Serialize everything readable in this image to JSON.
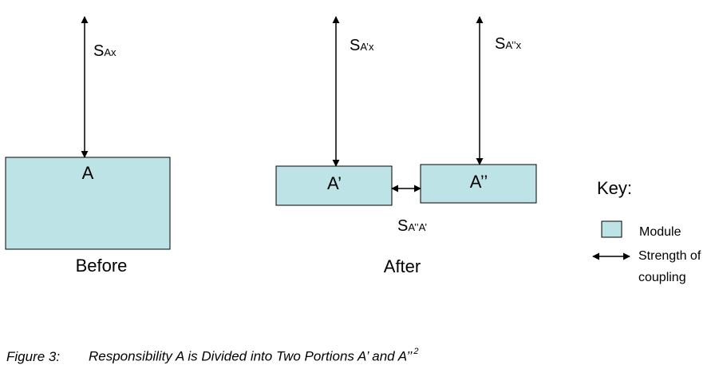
{
  "colors": {
    "module_fill": "#bde3e6",
    "stroke": "#000000"
  },
  "before": {
    "box_label": "A",
    "strength_main": "S",
    "strength_sub": "Ax",
    "phase_label": "Before"
  },
  "after": {
    "box1_label": "A’",
    "box2_label": "A’’",
    "strength1_main": "S",
    "strength1_sub": "A’x",
    "strength2_main": "S",
    "strength2_sub": "A’’x",
    "coupling_main": "S",
    "coupling_sub": "A’’A’",
    "phase_label": "After"
  },
  "key": {
    "title": "Key:",
    "module_label": "Module",
    "coupling_label_line1": "Strength of",
    "coupling_label_line2": "coupling"
  },
  "caption": {
    "number": "Figure 3:",
    "text": "Responsibility A is Divided into Two Portions A’ and A’’",
    "footnote": "2"
  }
}
